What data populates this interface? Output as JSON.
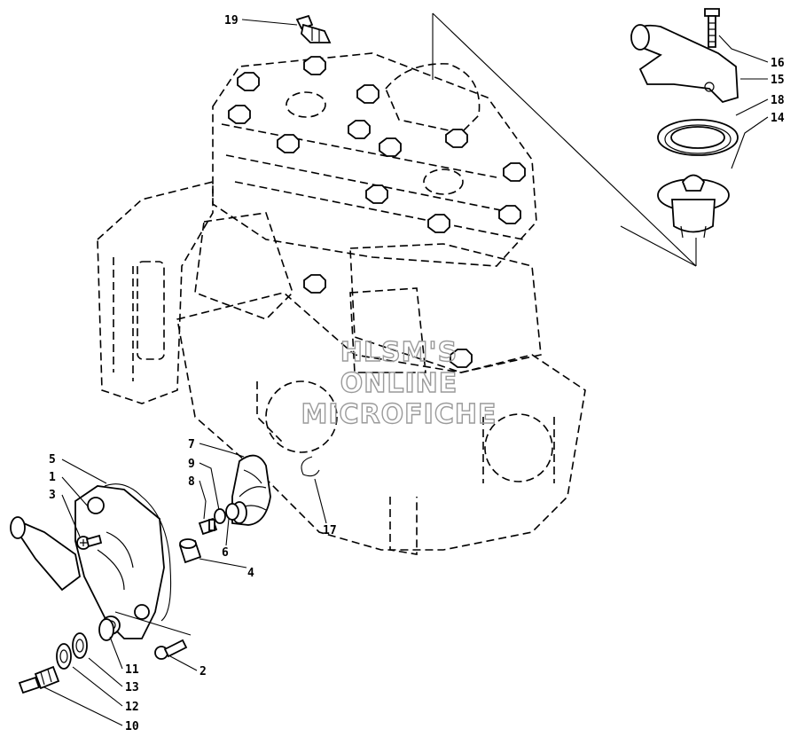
{
  "watermark": {
    "line1": "HLSM'S",
    "line2": "ONLINE",
    "line3": "MICROFICHE"
  },
  "callouts": {
    "c1": "1",
    "c2": "2",
    "c3": "3",
    "c4": "4",
    "c5": "5",
    "c6": "6",
    "c7": "7",
    "c8": "8",
    "c9": "9",
    "c10": "10",
    "c11": "11",
    "c12": "12",
    "c13": "13",
    "c14": "14",
    "c15": "15",
    "c16": "16",
    "c17": "17",
    "c18": "18",
    "c19": "19"
  }
}
